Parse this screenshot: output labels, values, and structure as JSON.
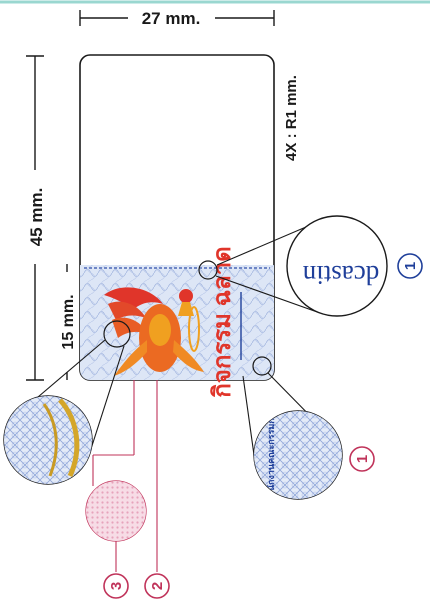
{
  "dimensions": {
    "width_label": "27 mm.",
    "height_label": "45 mm.",
    "band_label": "15 mm.",
    "corner_label": "4X : R1 mm."
  },
  "callouts": {
    "magnified_text": "dcastin",
    "microtext": "สำนักงานคณะกรรมการ",
    "numbers": [
      "1",
      "1",
      "2",
      "3"
    ]
  },
  "stamp": {
    "thai_text": "กิจกรรม ฉลาด"
  },
  "colors": {
    "outline": "#1a1a1a",
    "callout_blue": "#1f3f9a",
    "callout_pink": "#c0335a",
    "security_band": "#cbd8ef",
    "emblem_red": "#e0352a",
    "emblem_gold": "#f0a020"
  }
}
